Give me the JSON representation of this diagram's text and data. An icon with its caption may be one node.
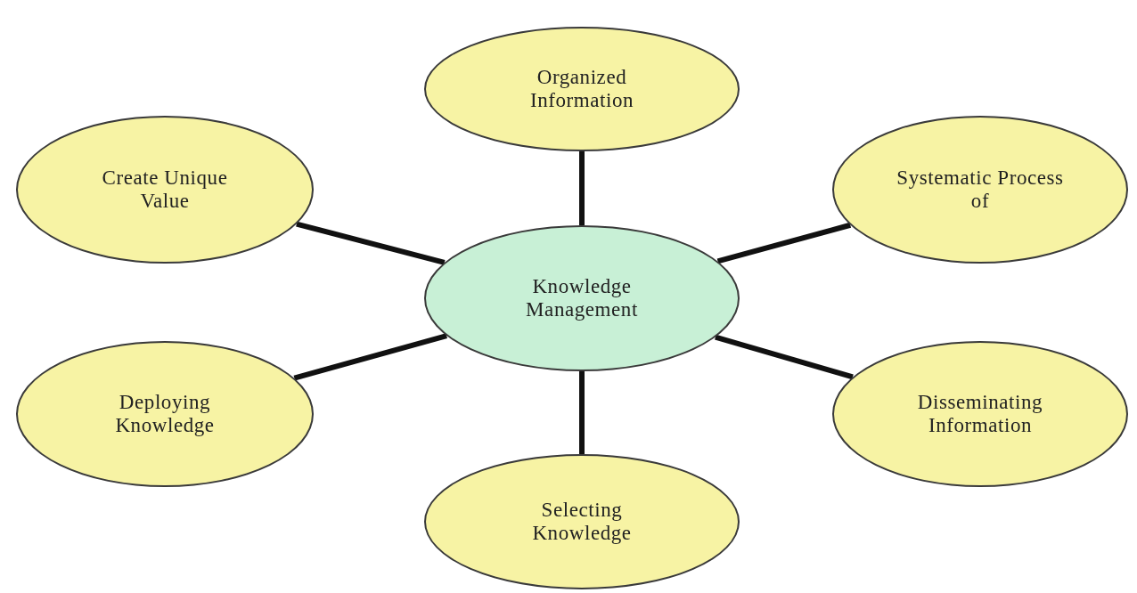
{
  "diagram": {
    "nodes": [
      {
        "text": [
          "Organized Information"
        ]
      },
      {
        "text": [
          "Create Unique Value"
        ]
      },
      {
        "text": [
          "Systematic Process of"
        ]
      },
      {
        "text": [
          "Knowledge Management"
        ]
      },
      {
        "text": [
          "Deploying Knowledge"
        ]
      },
      {
        "text": [
          "Disseminating Information"
        ]
      },
      {
        "text": [
          "Selecting Knowledge"
        ]
      }
    ],
    "edges": [
      {
        "from": 3,
        "to": 0,
        "arrow": "none"
      },
      {
        "from": 3,
        "to": 1,
        "arrow": "none"
      },
      {
        "from": 3,
        "to": 2,
        "arrow": "none"
      },
      {
        "from": 3,
        "to": 4,
        "arrow": "none"
      },
      {
        "from": 3,
        "to": 5,
        "arrow": "none"
      },
      {
        "from": 3,
        "to": 6,
        "arrow": "none"
      }
    ]
  }
}
